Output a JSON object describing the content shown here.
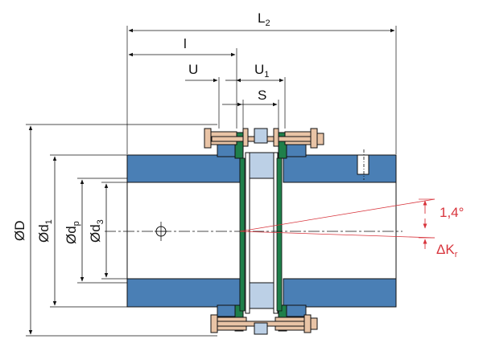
{
  "labels": {
    "L2": {
      "main": "L",
      "sub": "2"
    },
    "l": "l",
    "U": "U",
    "U1": {
      "main": "U",
      "sub": "1"
    },
    "S": "S",
    "D": "ØD",
    "d1": {
      "main": "Ød",
      "sub": "1"
    },
    "dp": {
      "main": "Ød",
      "sub": "p"
    },
    "d3": {
      "main": "Ød",
      "sub": "3"
    },
    "angle": "1,4°",
    "dK": {
      "main": "ΔK",
      "sub": "r"
    }
  },
  "colors": {
    "hub_blue": "#4a7fb5",
    "rubber_green": "#1f7f4a",
    "bolt_tan": "#e9c4a6",
    "spacer_light": "#bcd0e6",
    "red": "#d8343c",
    "line": "#111111"
  }
}
